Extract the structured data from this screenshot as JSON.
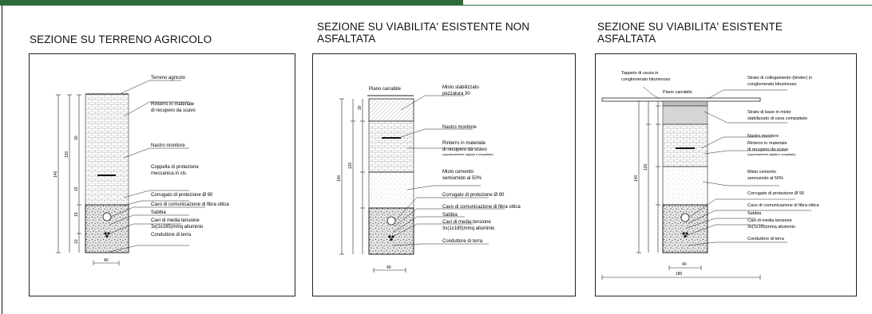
{
  "panels": [
    {
      "title": "SEZIONE SU TERRENO AGRICOLO",
      "labels": {
        "terreno": "Terreno agricolo",
        "rinterro_1": "Rinterro in materiale",
        "rinterro_2": "di recupero da scavo",
        "nastro": "Nastro monitore",
        "coppella_1": "Coppella di protezione",
        "coppella_2": "meccanica in cls",
        "corrugato": "Corrugato di protezione Ø 90",
        "cavo_fibra": "Cavo di comunicazione di fibra ottica",
        "sabbia": "Sabbia",
        "cavi_1": "Cavi di media tensione",
        "cavi_2": "3x(1x185)mmq alluminio",
        "conduttore": "Conduttore di terra"
      },
      "dims": {
        "total": "140",
        "d1": "120",
        "d2": "30",
        "d3": "15",
        "d4": "15",
        "d5": "10",
        "width": "40"
      }
    },
    {
      "title_line1": "SEZIONE SU VIABILITA' ESISTENTE NON",
      "title_line2": "ASFALTATA",
      "labels": {
        "piano": "Piano carrabile",
        "misto_1": "Misto stabilizzato",
        "misto_2": "pezzatura 30",
        "nastro": "Nastro monitore",
        "rinterro_1": "Rinterro in materiale",
        "rinterro_2": "di recupero da scavo",
        "rinterro_3": "(opportunamente vagliato e compattato)",
        "cemento_1": "Misto cemento",
        "cemento_2": "semiumido al 50%",
        "corrugato": "Corrugato di protezione Ø 90",
        "cavo_fibra": "Cavo di comunicazione di fibra ottica",
        "sabbia": "Sabbia",
        "cavi_1": "Cavi di media tensione",
        "cavi_2": "3x(1x185)mmq alluminio",
        "conduttore": "Conduttore di terra"
      },
      "dims": {
        "total": "140",
        "d1": "120",
        "d2": "30",
        "width": "40"
      }
    },
    {
      "title_line1": "SEZIONE SU VIABILITA' ESISTENTE",
      "title_line2": "ASFALTATA",
      "labels": {
        "tappeto_1": "Tappeto di usura in",
        "tappeto_2": "conglomerato bituminoso",
        "strato_coll_1": "Strato di collegamento (binder) in",
        "strato_coll_2": "conglomerato bituminoso",
        "piano": "Piano carrabile",
        "strato_base_1": "Strato di base in misto",
        "strato_base_2": "stabilizzato di cava compattato",
        "nastro": "Nastro monitore",
        "rinterro_1": "Rinterro in materiale",
        "rinterro_2": "di recupero da scavo",
        "rinterro_3": "(opportunamente vagliato e compattato)",
        "cemento_1": "Misto cemento",
        "cemento_2": "semiumido al 50%",
        "corrugato": "Corrugato di protezione Ø 90",
        "cavo_fibra": "Cavo di comunicazione di fibra ottica",
        "sabbia": "Sabbia",
        "cavi_1": "Cavi di media tensione",
        "cavi_2": "3x(1x185)mmq alluminio",
        "conduttore": "Conduttore di terra"
      },
      "dims": {
        "total": "140",
        "d1": "120",
        "width": "40",
        "road": "180"
      }
    }
  ]
}
